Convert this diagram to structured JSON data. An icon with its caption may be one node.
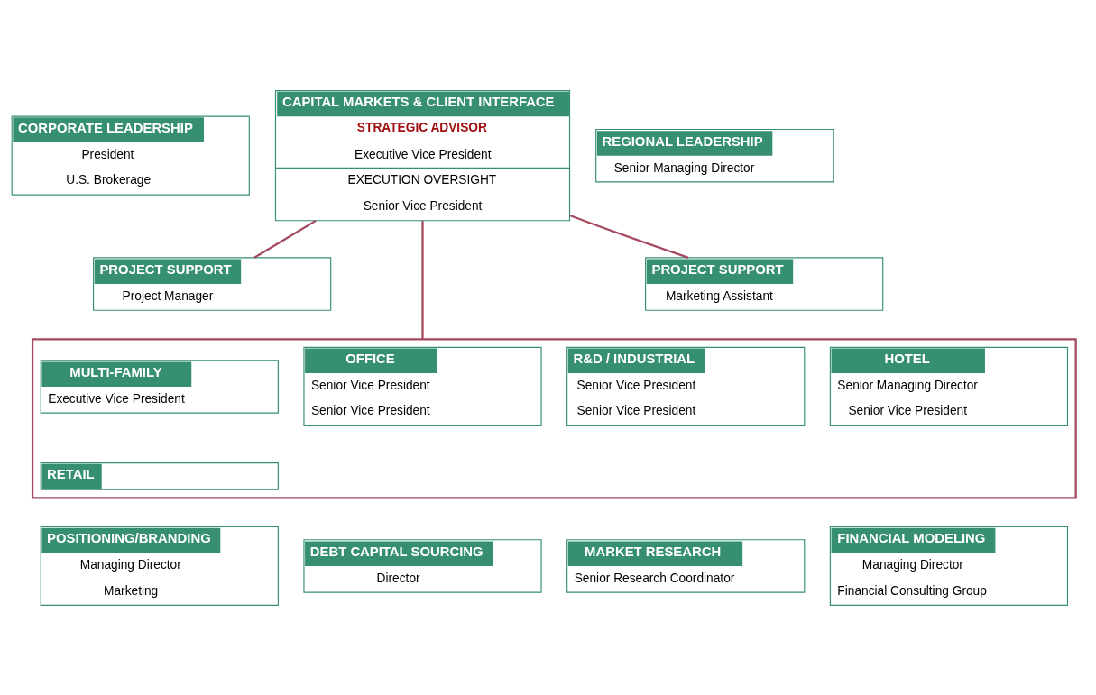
{
  "diagram": {
    "nodes": [
      {
        "text": [
          "CAPITAL MARKETS & CLIENT INTERFACE",
          "STRATEGIC ADVISOR",
          "Executive Vice President",
          "EXECUTION OVERSIGHT",
          "Senior Vice President"
        ]
      },
      {
        "text": [
          "CORPORATE LEADERSHIP",
          "President",
          "U.S. Brokerage"
        ]
      },
      {
        "text": [
          "REGIONAL LEADERSHIP",
          "Senior Managing Director"
        ]
      },
      {
        "text": [
          "PROJECT SUPPORT",
          "Project Manager"
        ]
      },
      {
        "text": [
          "PROJECT SUPPORT",
          "Marketing Assistant"
        ]
      },
      {
        "text": [],
        "shape": "box"
      },
      {
        "text": [
          "MULTI-FAMILY",
          "Executive Vice President"
        ],
        "in": 5
      },
      {
        "text": [
          "RETAIL"
        ],
        "in": 5
      },
      {
        "text": [
          "OFFICE",
          "Senior Vice President",
          "Senior Vice President"
        ],
        "in": 5
      },
      {
        "text": [
          "R&D / INDUSTRIAL",
          "Senior Vice President",
          "Senior Vice President"
        ],
        "in": 5
      },
      {
        "text": [
          "HOTEL",
          "Senior Managing Director",
          "Senior Vice President"
        ],
        "in": 5
      },
      {
        "text": [
          "POSITIONING/BRANDING",
          "Managing Director",
          "Marketing"
        ]
      },
      {
        "text": [
          "DEBT CAPITAL SOURCING",
          "Director"
        ]
      },
      {
        "text": [
          "MARKET RESEARCH",
          "Senior Research Coordinator"
        ]
      },
      {
        "text": [
          "FINANCIAL MODELING",
          "Managing Director",
          "Financial Consulting Group"
        ]
      }
    ],
    "edges": [
      {
        "from": 0,
        "to": 3,
        "arrow": "none"
      },
      {
        "from": 0,
        "to": 4,
        "arrow": "none"
      },
      {
        "from": 0,
        "to": 5,
        "arrow": "none"
      }
    ]
  }
}
